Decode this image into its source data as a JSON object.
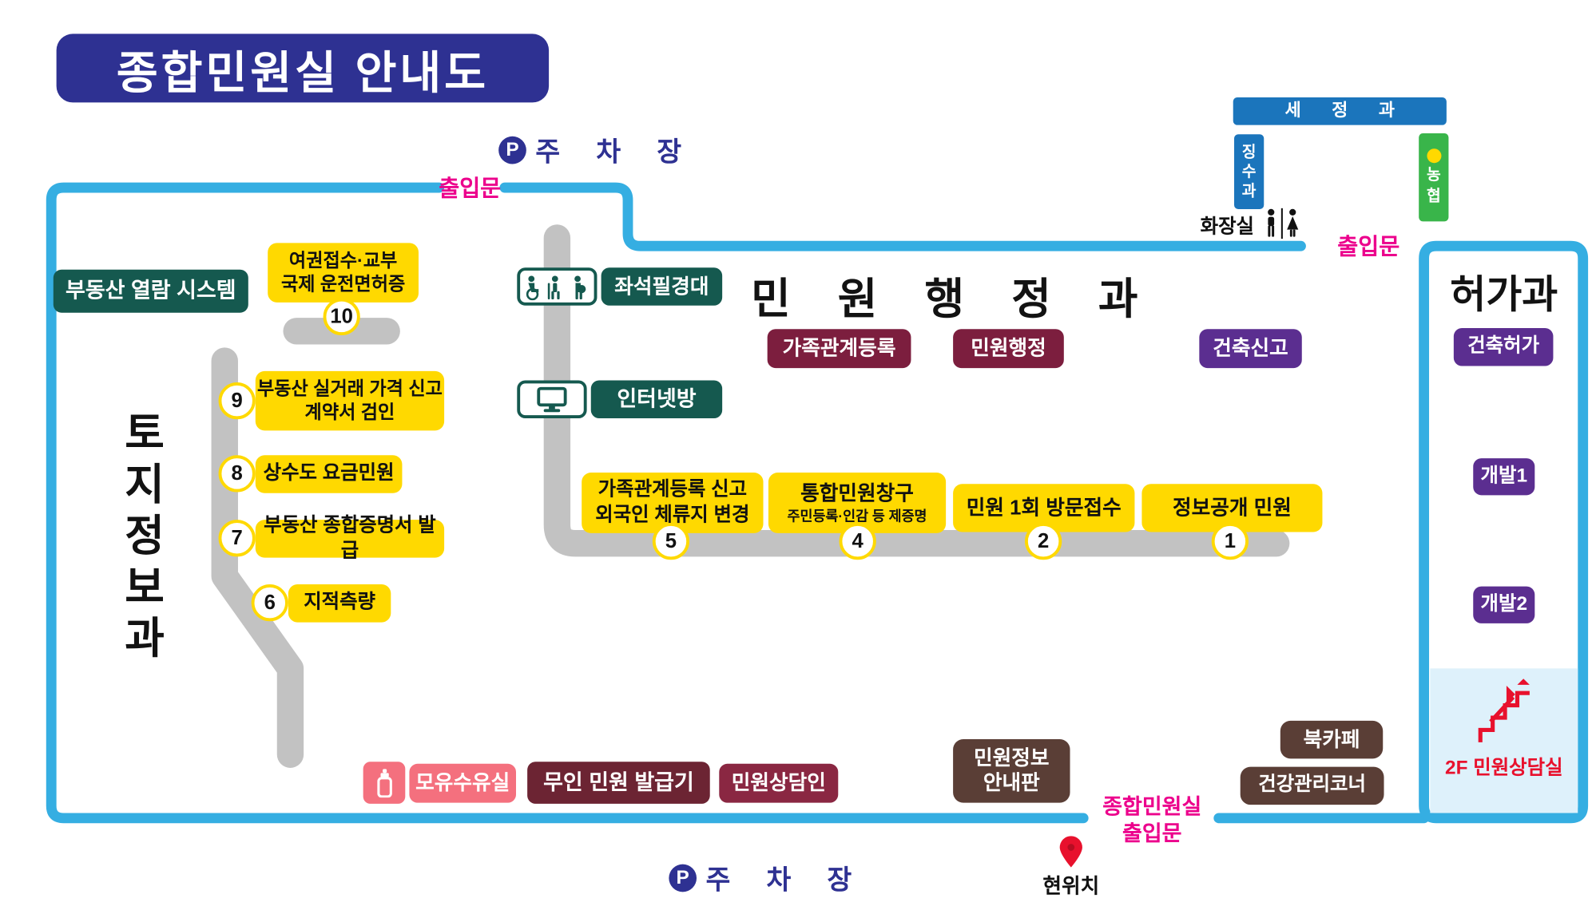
{
  "title": "종합민원실 안내도",
  "parking": {
    "symbol": "P",
    "label": "주 차 장"
  },
  "entrance": {
    "top": "출입문",
    "right": "출입문",
    "main_line1": "종합민원실",
    "main_line2": "출입문"
  },
  "current_location": "현위치",
  "departments": {
    "minwon_haengjeong": "민원행정과",
    "toji": {
      "chars": [
        "토",
        "지",
        "정",
        "보",
        "과"
      ]
    },
    "heoga": "허가과",
    "sejeong": "세정과",
    "jingsu": {
      "chars": [
        "징",
        "수",
        "과"
      ]
    },
    "nonghyup": {
      "chars": [
        "농",
        "협"
      ]
    }
  },
  "rooms": {
    "budongsan_yeollam": "부동산 열람 시스템",
    "jwaseok_pilgyeongdae": "좌석필경대",
    "internet_bang": "인터넷방",
    "gajok_deungnok": "가족관계등록",
    "minwon_haengjeong_badge": "민원행정",
    "geonchuk_singo": "건축신고",
    "geonchuk_heoga": "건축허가",
    "gaebal1": "개발1",
    "gaebal2": "개발2",
    "hwajangsil": "화장실",
    "moyu_suyusil": "모유수유실",
    "muin_balgeupgi": "무인 민원 발급기",
    "minwon_sangdamin": "민원상담인",
    "minwon_jeongbo_line1": "민원정보",
    "minwon_jeongbo_line2": "안내판",
    "book_cafe": "북카페",
    "geongang_corner": "건강관리코너",
    "sangdamsil_2f": "2F 민원상담실"
  },
  "numbered_desks": [
    {
      "no": "1",
      "line1": "정보공개 민원"
    },
    {
      "no": "2",
      "line1": "민원 1회 방문접수"
    },
    {
      "no": "4",
      "line1": "통합민원창구",
      "line2": "주민등록·인감 등 제증명"
    },
    {
      "no": "5",
      "line1": "가족관계등록 신고",
      "line2": "외국인 체류지 변경"
    },
    {
      "no": "6",
      "line1": "지적측량"
    },
    {
      "no": "7",
      "line1": "부동산 종합증명서 발급"
    },
    {
      "no": "8",
      "line1": "상수도 요금민원"
    },
    {
      "no": "9",
      "line1": "부동산 실거래 가격 신고",
      "line2": "계약서 검인"
    },
    {
      "no": "10",
      "line1": "여권접수·교부",
      "line2": "국제 운전면허증"
    }
  ],
  "colors": {
    "outline_blue": "#35AEE2",
    "title_navy": "#2E3192",
    "yellow": "#FFD900",
    "teal": "#15594F",
    "maroon": "#7C1E3E",
    "maroon_dark": "#6C2433",
    "maroon_light": "#8A2742",
    "purple": "#5B2E90",
    "brown": "#5A3E36",
    "pink": "#EC008C",
    "salmon": "#F4707E",
    "blue_dept": "#1B75BC",
    "green": "#39B54A",
    "red": "#E8112D",
    "gray_counter": "#C2C2C2"
  }
}
